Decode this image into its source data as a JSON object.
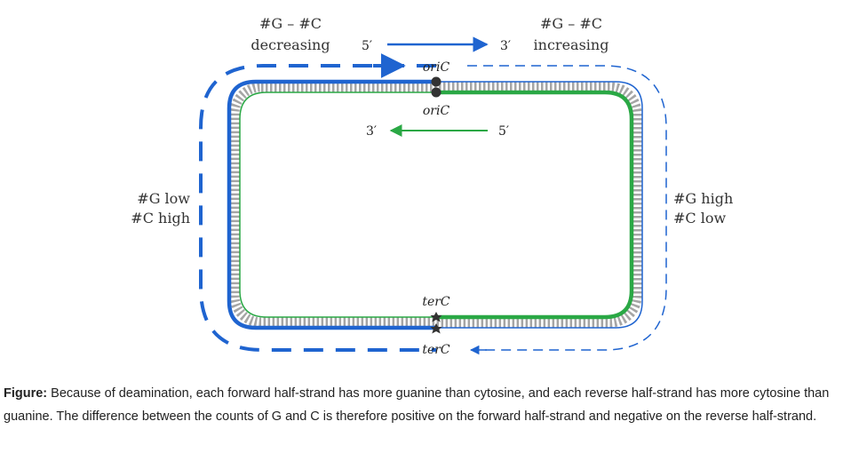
{
  "top_left": {
    "line1": "#G – #C",
    "line2": "decreasing",
    "line2_color": "#e8322f"
  },
  "top_right": {
    "line1": "#G – #C",
    "line2": "increasing",
    "line2_color": "#9b2fa5"
  },
  "left_label": {
    "line1": "#G low",
    "line2": "#C high"
  },
  "right_label": {
    "line1": "#G high",
    "line2": "#C low"
  },
  "forward_arrow": {
    "start": "5′",
    "end": "3′",
    "color": "#1f64d0"
  },
  "reverse_arrow": {
    "start": "5′",
    "end": "3′",
    "color": "#2aa845"
  },
  "origin": {
    "top": "oriC",
    "bottom": "oriC"
  },
  "terminus": {
    "top": "terC",
    "bottom": "terC"
  },
  "colors": {
    "blue": "#1f64d0",
    "green": "#2aa845",
    "rungs": "#a0a0a0"
  },
  "caption": {
    "prefix": "Figure:",
    "text": " Because of deamination, each forward half-strand has more guanine than cytosine, and each reverse half-strand has more cytosine than guanine. The difference between the counts of G and C is therefore positive on the forward half-strand and negative on the reverse half-strand."
  }
}
